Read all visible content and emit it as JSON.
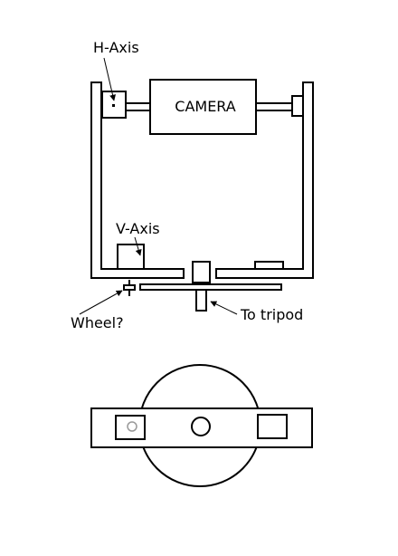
{
  "labels": {
    "h_axis": "H-Axis",
    "camera": "CAMERA",
    "v_axis": "V-Axis",
    "wheel": "Wheel?",
    "to_tripod": "To tripod"
  },
  "colors": {
    "stroke": "#000000",
    "fill": "#ffffff",
    "hole_gray": "#999999"
  }
}
